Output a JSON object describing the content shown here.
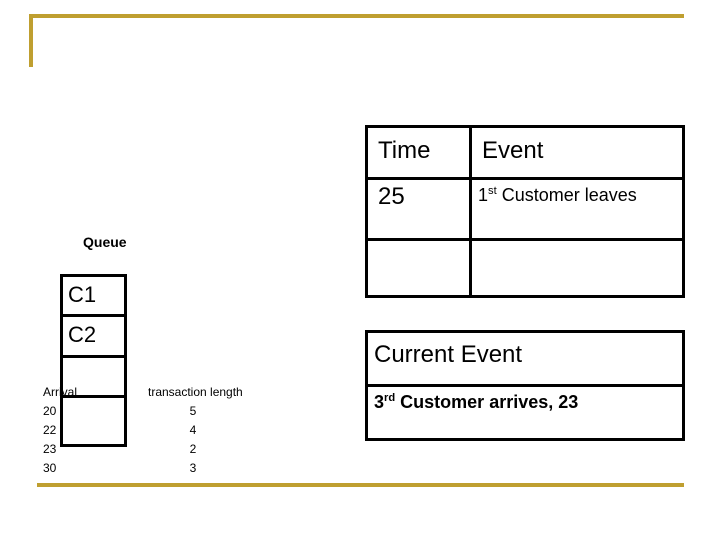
{
  "colors": {
    "accent": "#BF9F30",
    "line": "#000000"
  },
  "event_table": {
    "headers": {
      "time": "Time",
      "event": "Event"
    },
    "row": {
      "time": "25",
      "event": {
        "ordinal": "1",
        "suffix": "st",
        "rest": " Customer leaves"
      }
    }
  },
  "queue": {
    "label": "Queue",
    "items": [
      "C1",
      "C2"
    ]
  },
  "arrival": {
    "label": "Arrival",
    "values": [
      "20",
      "22",
      "23",
      "30"
    ]
  },
  "transaction": {
    "label": "transaction length",
    "values": [
      "5",
      "4",
      "2",
      "3"
    ]
  },
  "current_event": {
    "title": "Current Event",
    "detail": {
      "ordinal": "3",
      "suffix": "rd",
      "rest": " Customer arrives, 23"
    }
  }
}
